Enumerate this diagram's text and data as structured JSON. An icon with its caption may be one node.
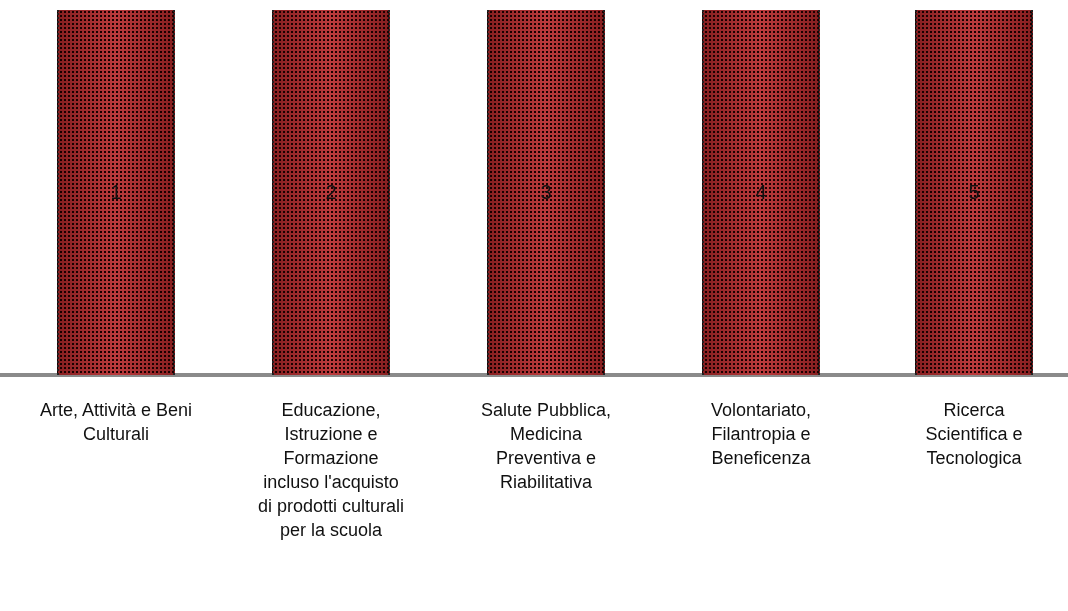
{
  "diagram": {
    "nodes": [
      {
        "text": [
          "1"
        ],
        "beside": [
          "Arte, Attività e Beni Culturali"
        ]
      },
      {
        "text": [
          "2"
        ],
        "beside": [
          "Educazione, Istruzione e Formazione incluso l'acquisto di prodotti culturali per la scuola"
        ]
      },
      {
        "text": [
          "3"
        ],
        "beside": [
          "Salute Pubblica, Medicina Preventiva e Riabilitativa"
        ]
      },
      {
        "text": [
          "4"
        ],
        "beside": [
          "Volontariato, Filantropia e Beneficenza"
        ]
      },
      {
        "text": [
          "5"
        ],
        "beside": [
          "Ricerca Scientifica e Tecnologica"
        ]
      }
    ]
  }
}
